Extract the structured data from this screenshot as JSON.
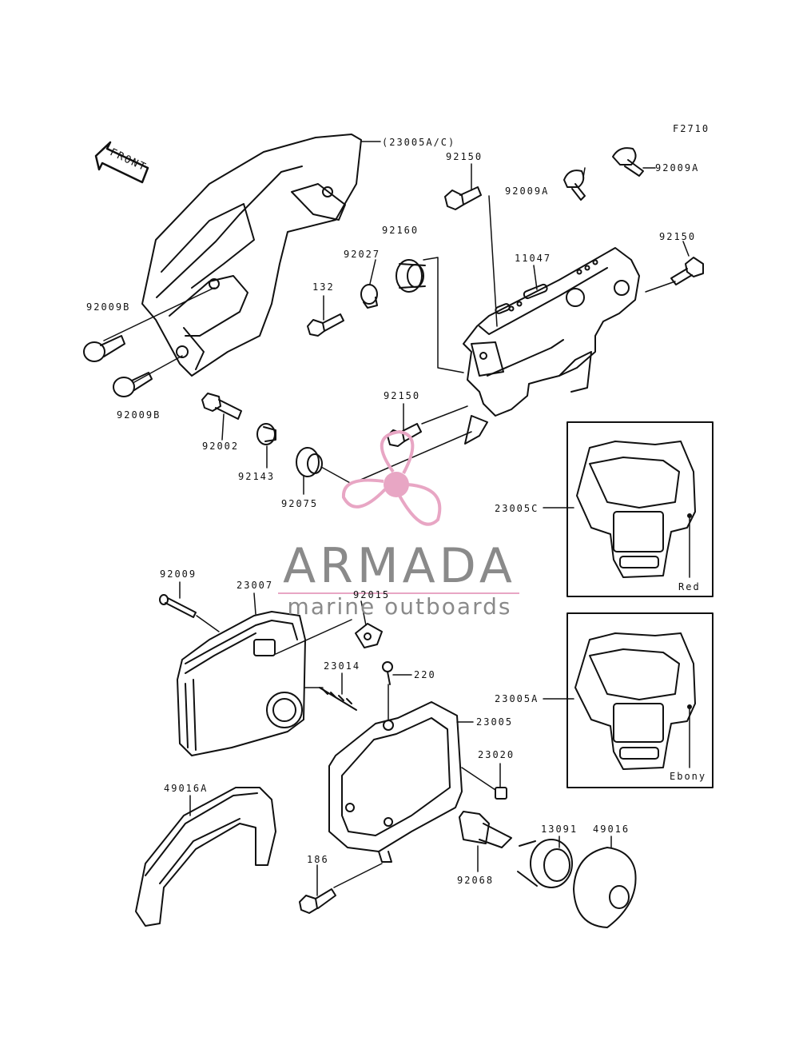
{
  "diagram": {
    "code": "F2710",
    "front_label": "FRONT",
    "parts": {
      "p23005AC": "(23005A/C)",
      "p92150_top": "92150",
      "p92009A_top": "92009A",
      "p92009A_mid": "92009A",
      "p92150_right": "92150",
      "p11047": "11047",
      "p92160": "92160",
      "p92027": "92027",
      "p132": "132",
      "p92009B_upper": "92009B",
      "p92009B_lower": "92009B",
      "p92002": "92002",
      "p92143": "92143",
      "p92150_mid": "92150",
      "p92075": "92075",
      "p23005C": "23005C",
      "p23005A": "23005A",
      "p92009": "92009",
      "p23007": "23007",
      "p92015": "92015",
      "p23014": "23014",
      "p220": "220",
      "p23005": "23005",
      "p23020": "23020",
      "p49016A": "49016A",
      "p13091": "13091",
      "p49016": "49016",
      "p186": "186",
      "p92068": "92068"
    },
    "variants": {
      "red": "Red",
      "ebony": "Ebony"
    }
  },
  "watermark": {
    "brand": "ARMADA",
    "tagline": "marine outboards",
    "color": "#e8a6c4"
  }
}
